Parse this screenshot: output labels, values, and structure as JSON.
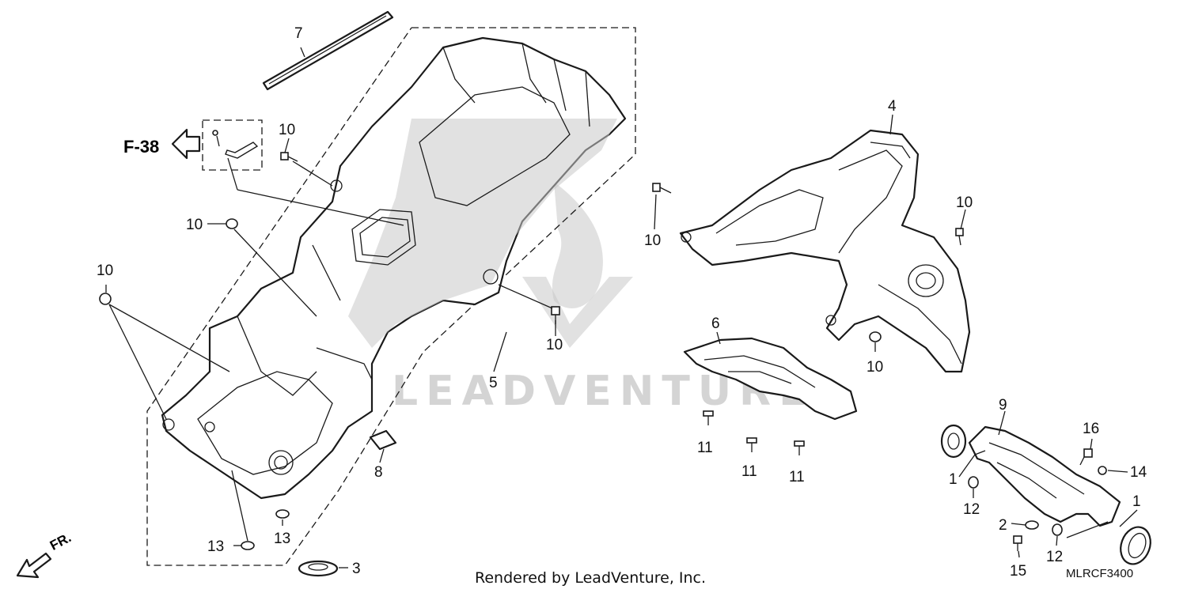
{
  "reference": {
    "label": "F-38"
  },
  "credit": "Rendered by LeadVenture, Inc.",
  "diagram_code": "MLRCF3400",
  "direction": {
    "label": "FR."
  },
  "watermark": "LEADVENTURE",
  "callouts": [
    {
      "id": "c7",
      "text": "7"
    },
    {
      "id": "c10a",
      "text": "10"
    },
    {
      "id": "c10b",
      "text": "10"
    },
    {
      "id": "c10c",
      "text": "10"
    },
    {
      "id": "c10d",
      "text": "10"
    },
    {
      "id": "c10e",
      "text": "10"
    },
    {
      "id": "c10f",
      "text": "10"
    },
    {
      "id": "c10g",
      "text": "10"
    },
    {
      "id": "c4",
      "text": "4"
    },
    {
      "id": "c5",
      "text": "5"
    },
    {
      "id": "c6",
      "text": "6"
    },
    {
      "id": "c8",
      "text": "8"
    },
    {
      "id": "c3",
      "text": "3"
    },
    {
      "id": "c13a",
      "text": "13"
    },
    {
      "id": "c13b",
      "text": "13"
    },
    {
      "id": "c11a",
      "text": "11"
    },
    {
      "id": "c11b",
      "text": "11"
    },
    {
      "id": "c11c",
      "text": "11"
    },
    {
      "id": "c9",
      "text": "9"
    },
    {
      "id": "c16",
      "text": "16"
    },
    {
      "id": "c14",
      "text": "14"
    },
    {
      "id": "c1a",
      "text": "1"
    },
    {
      "id": "c1b",
      "text": "1"
    },
    {
      "id": "c12a",
      "text": "12"
    },
    {
      "id": "c12b",
      "text": "12"
    },
    {
      "id": "c2",
      "text": "2"
    },
    {
      "id": "c15",
      "text": "15"
    }
  ]
}
